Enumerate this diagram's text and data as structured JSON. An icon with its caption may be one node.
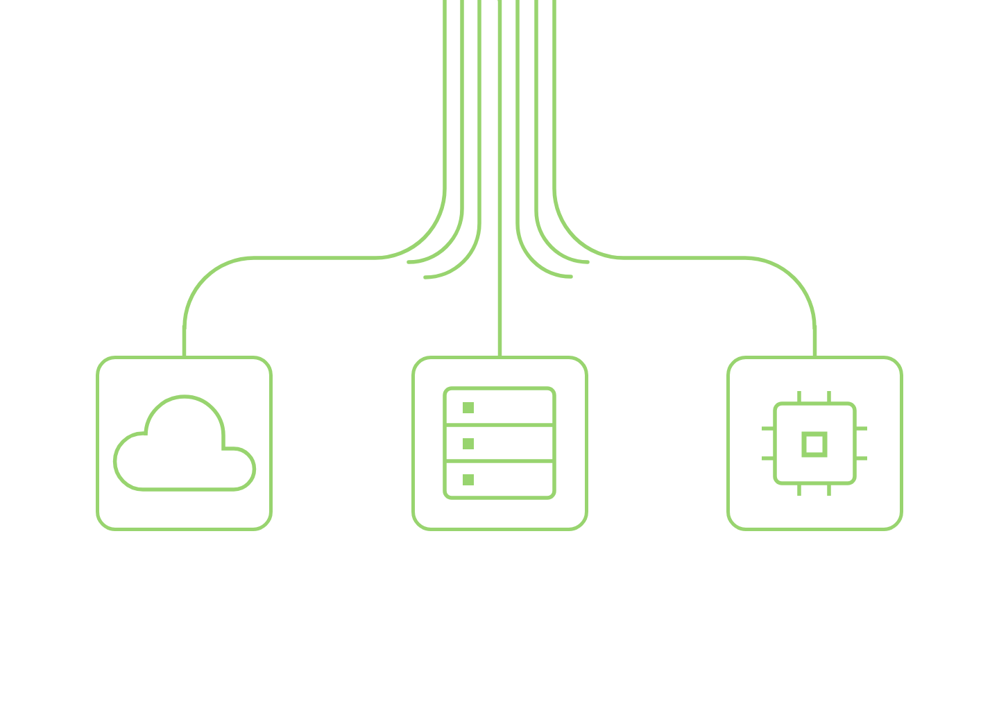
{
  "diagram": {
    "nodes": [
      {
        "text": [],
        "shape": "picture"
      },
      {
        "text": [],
        "shape": "picture"
      },
      {
        "text": [],
        "shape": "picture"
      }
    ],
    "edges": [
      {
        "from": null,
        "to": 0,
        "arrow": "none"
      },
      {
        "from": null,
        "to": 1,
        "arrow": "none"
      },
      {
        "from": null,
        "to": 2,
        "arrow": "none"
      }
    ]
  }
}
